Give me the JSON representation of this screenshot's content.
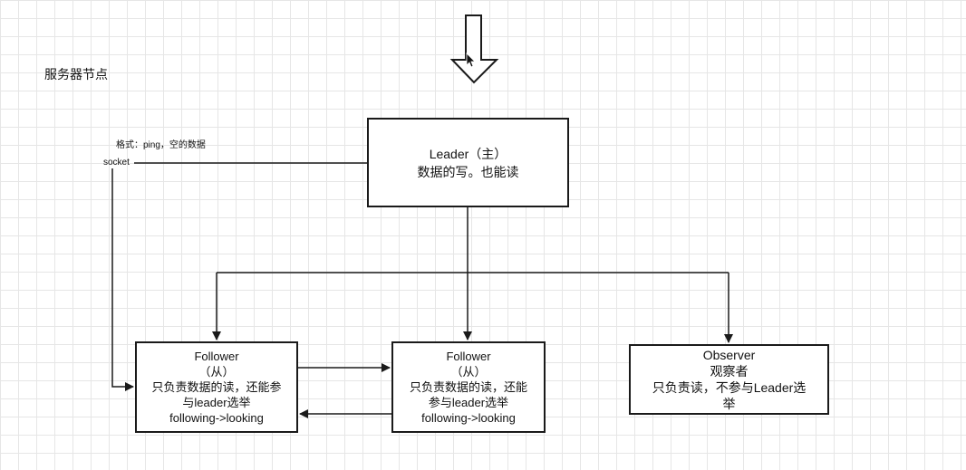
{
  "page_title": "服务器节点",
  "edge_labels": {
    "format": "格式：ping，空的数据",
    "socket": "socket"
  },
  "nodes": {
    "leader": {
      "line1": "Leader（主）",
      "line2": "数据的写。也能读"
    },
    "follower_left": {
      "line1": "Follower",
      "line2": "（从）",
      "line3": "只负责数据的读，还能参",
      "line4": "与leader选举",
      "line5": "following->looking"
    },
    "follower_center": {
      "line1": "Follower",
      "line2": "（从）",
      "line3": "只负责数据的读，还能",
      "line4": "参与leader选举",
      "line5": "following->looking"
    },
    "observer": {
      "line1": "Observer",
      "line2": "观察者",
      "line3": "只负责读，不参与Leader选",
      "line4": "举"
    }
  },
  "colors": {
    "line": "#1a1a1a",
    "grid": "#e6e6e6",
    "background": "#ffffff"
  }
}
